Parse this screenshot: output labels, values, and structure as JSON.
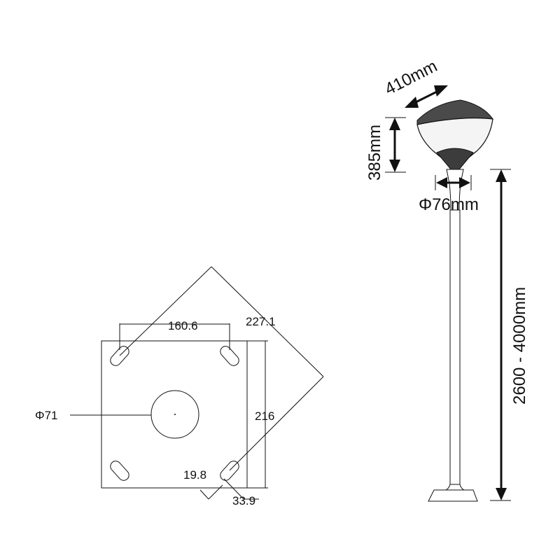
{
  "base_plate": {
    "diagonal_label": "227.1",
    "hole_spacing_label": "160.6",
    "side_label": "216",
    "center_hole_label": "Φ71",
    "slot_width_label": "19.8",
    "slot_length_label": "33.9"
  },
  "lamp": {
    "head_width_label": "410mm",
    "head_height_label": "385mm",
    "pole_diameter_label": "Φ76mm",
    "pole_height_label": "2600 - 4000mm"
  },
  "colors": {
    "line": "#111111",
    "lamp_head_top": "#4a4a4a",
    "lamp_head_body": "#f4f4f4",
    "lamp_neck": "#3c3c3c",
    "background": "#ffffff"
  }
}
